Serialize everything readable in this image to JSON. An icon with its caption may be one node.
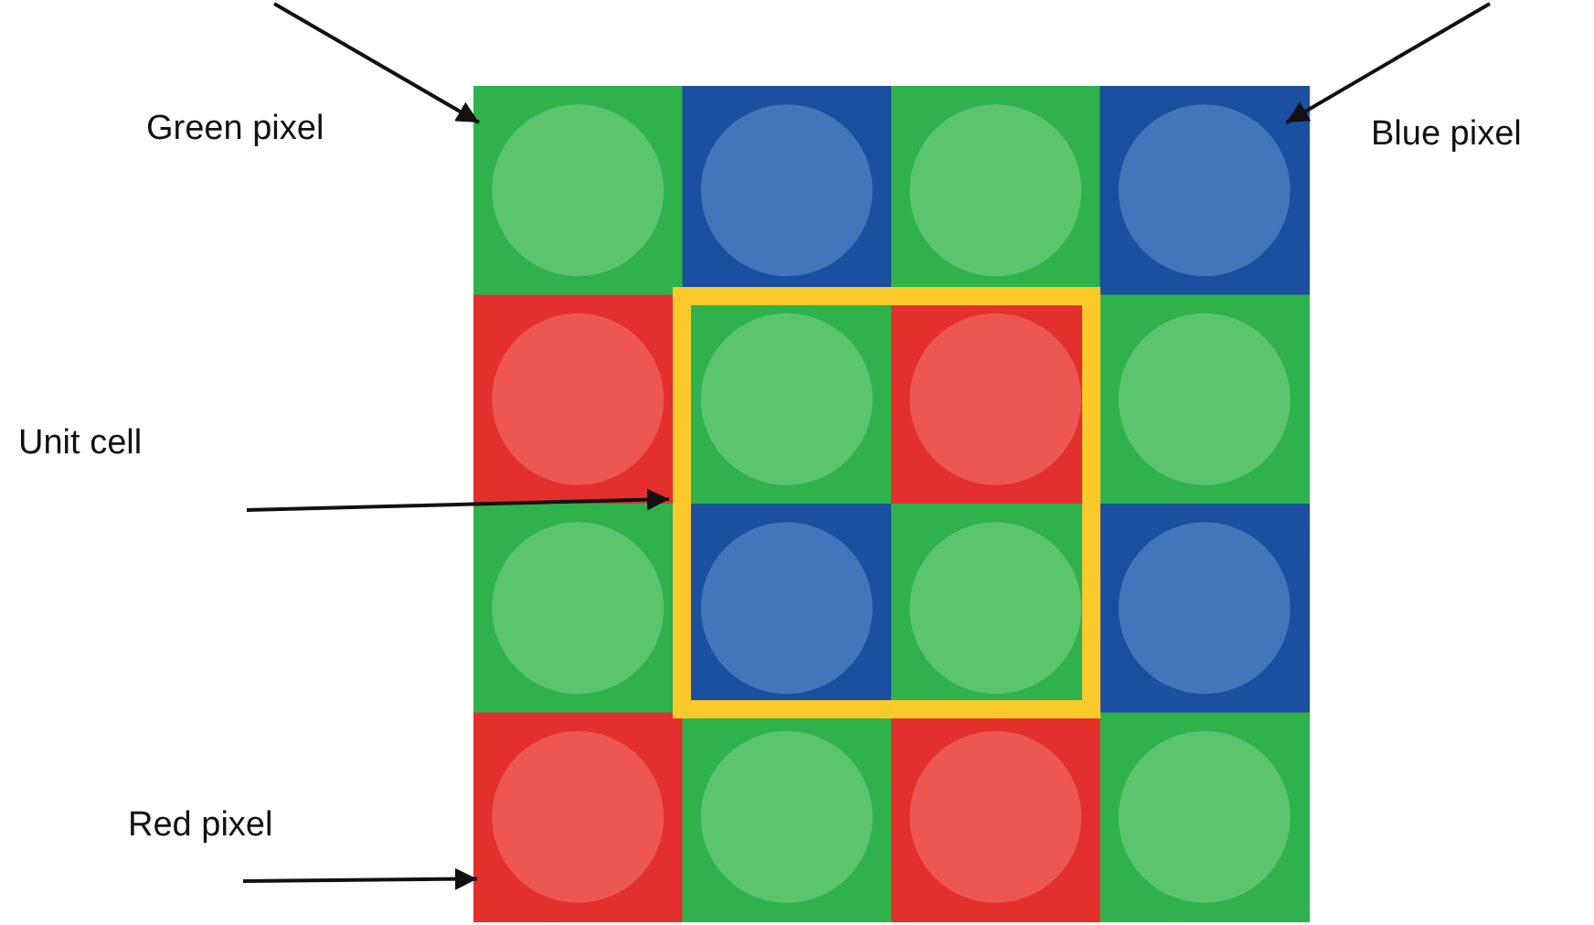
{
  "diagram": {
    "nodes": [
      {
        "text": [],
        "shape": "box"
      },
      {
        "text": [],
        "shape": "box"
      },
      {
        "text": [
          "Unit cell"
        ]
      },
      {
        "text": [],
        "shape": "box"
      },
      {
        "text": [],
        "shape": "box"
      }
    ],
    "edges": [
      {
        "from": null,
        "to": 0,
        "arrow": "to"
      },
      {
        "from": null,
        "to": 1,
        "arrow": "to"
      },
      {
        "from": 2,
        "to": 3,
        "arrow": "to"
      },
      {
        "from": null,
        "to": 4,
        "arrow": "to"
      }
    ],
    "labels": [
      "Green pixel",
      "Blue pixel",
      "Red pixel"
    ]
  }
}
